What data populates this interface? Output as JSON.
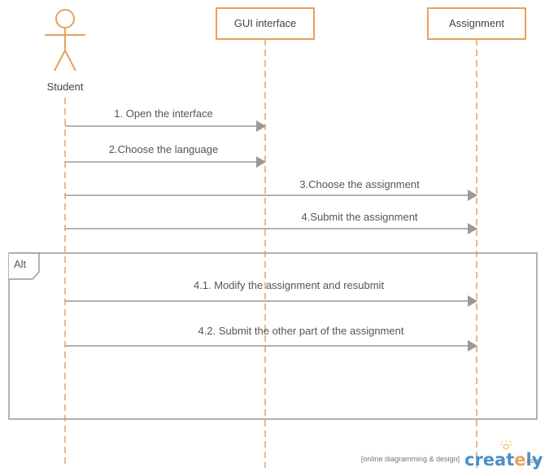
{
  "colors": {
    "lifeline": "#e8a05c",
    "participant_border": "#e8a05c",
    "message": "#999999",
    "frame": "#999999",
    "brand_orange": "#e8a05c",
    "brand_blue": "#4a90c8"
  },
  "participants": [
    {
      "label": "Student",
      "kind": "actor"
    },
    {
      "label": "GUI interface",
      "kind": "box"
    },
    {
      "label": "Assignment",
      "kind": "box"
    }
  ],
  "messages": [
    {
      "label": "1. Open the interface",
      "from": "Student",
      "to": "GUI interface"
    },
    {
      "label": "2.Choose the language",
      "from": "Student",
      "to": "GUI interface"
    },
    {
      "label": "3.Choose the assignment",
      "from": "Student",
      "to": "Assignment"
    },
    {
      "label": "4.Submit the assignment",
      "from": "Student",
      "to": "Assignment"
    },
    {
      "label": "4.1. Modify the assignment and resubmit",
      "from": "Student",
      "to": "Assignment"
    },
    {
      "label": "4.2. Submit the other part of the assignment",
      "from": "Student",
      "to": "Assignment"
    }
  ],
  "fragment": {
    "label": "Alt"
  },
  "watermark": {
    "tagline": "[online diagramming & design]",
    "brand": "creately",
    "brand_suffix": ".com",
    "icon": "lightbulb-icon"
  }
}
